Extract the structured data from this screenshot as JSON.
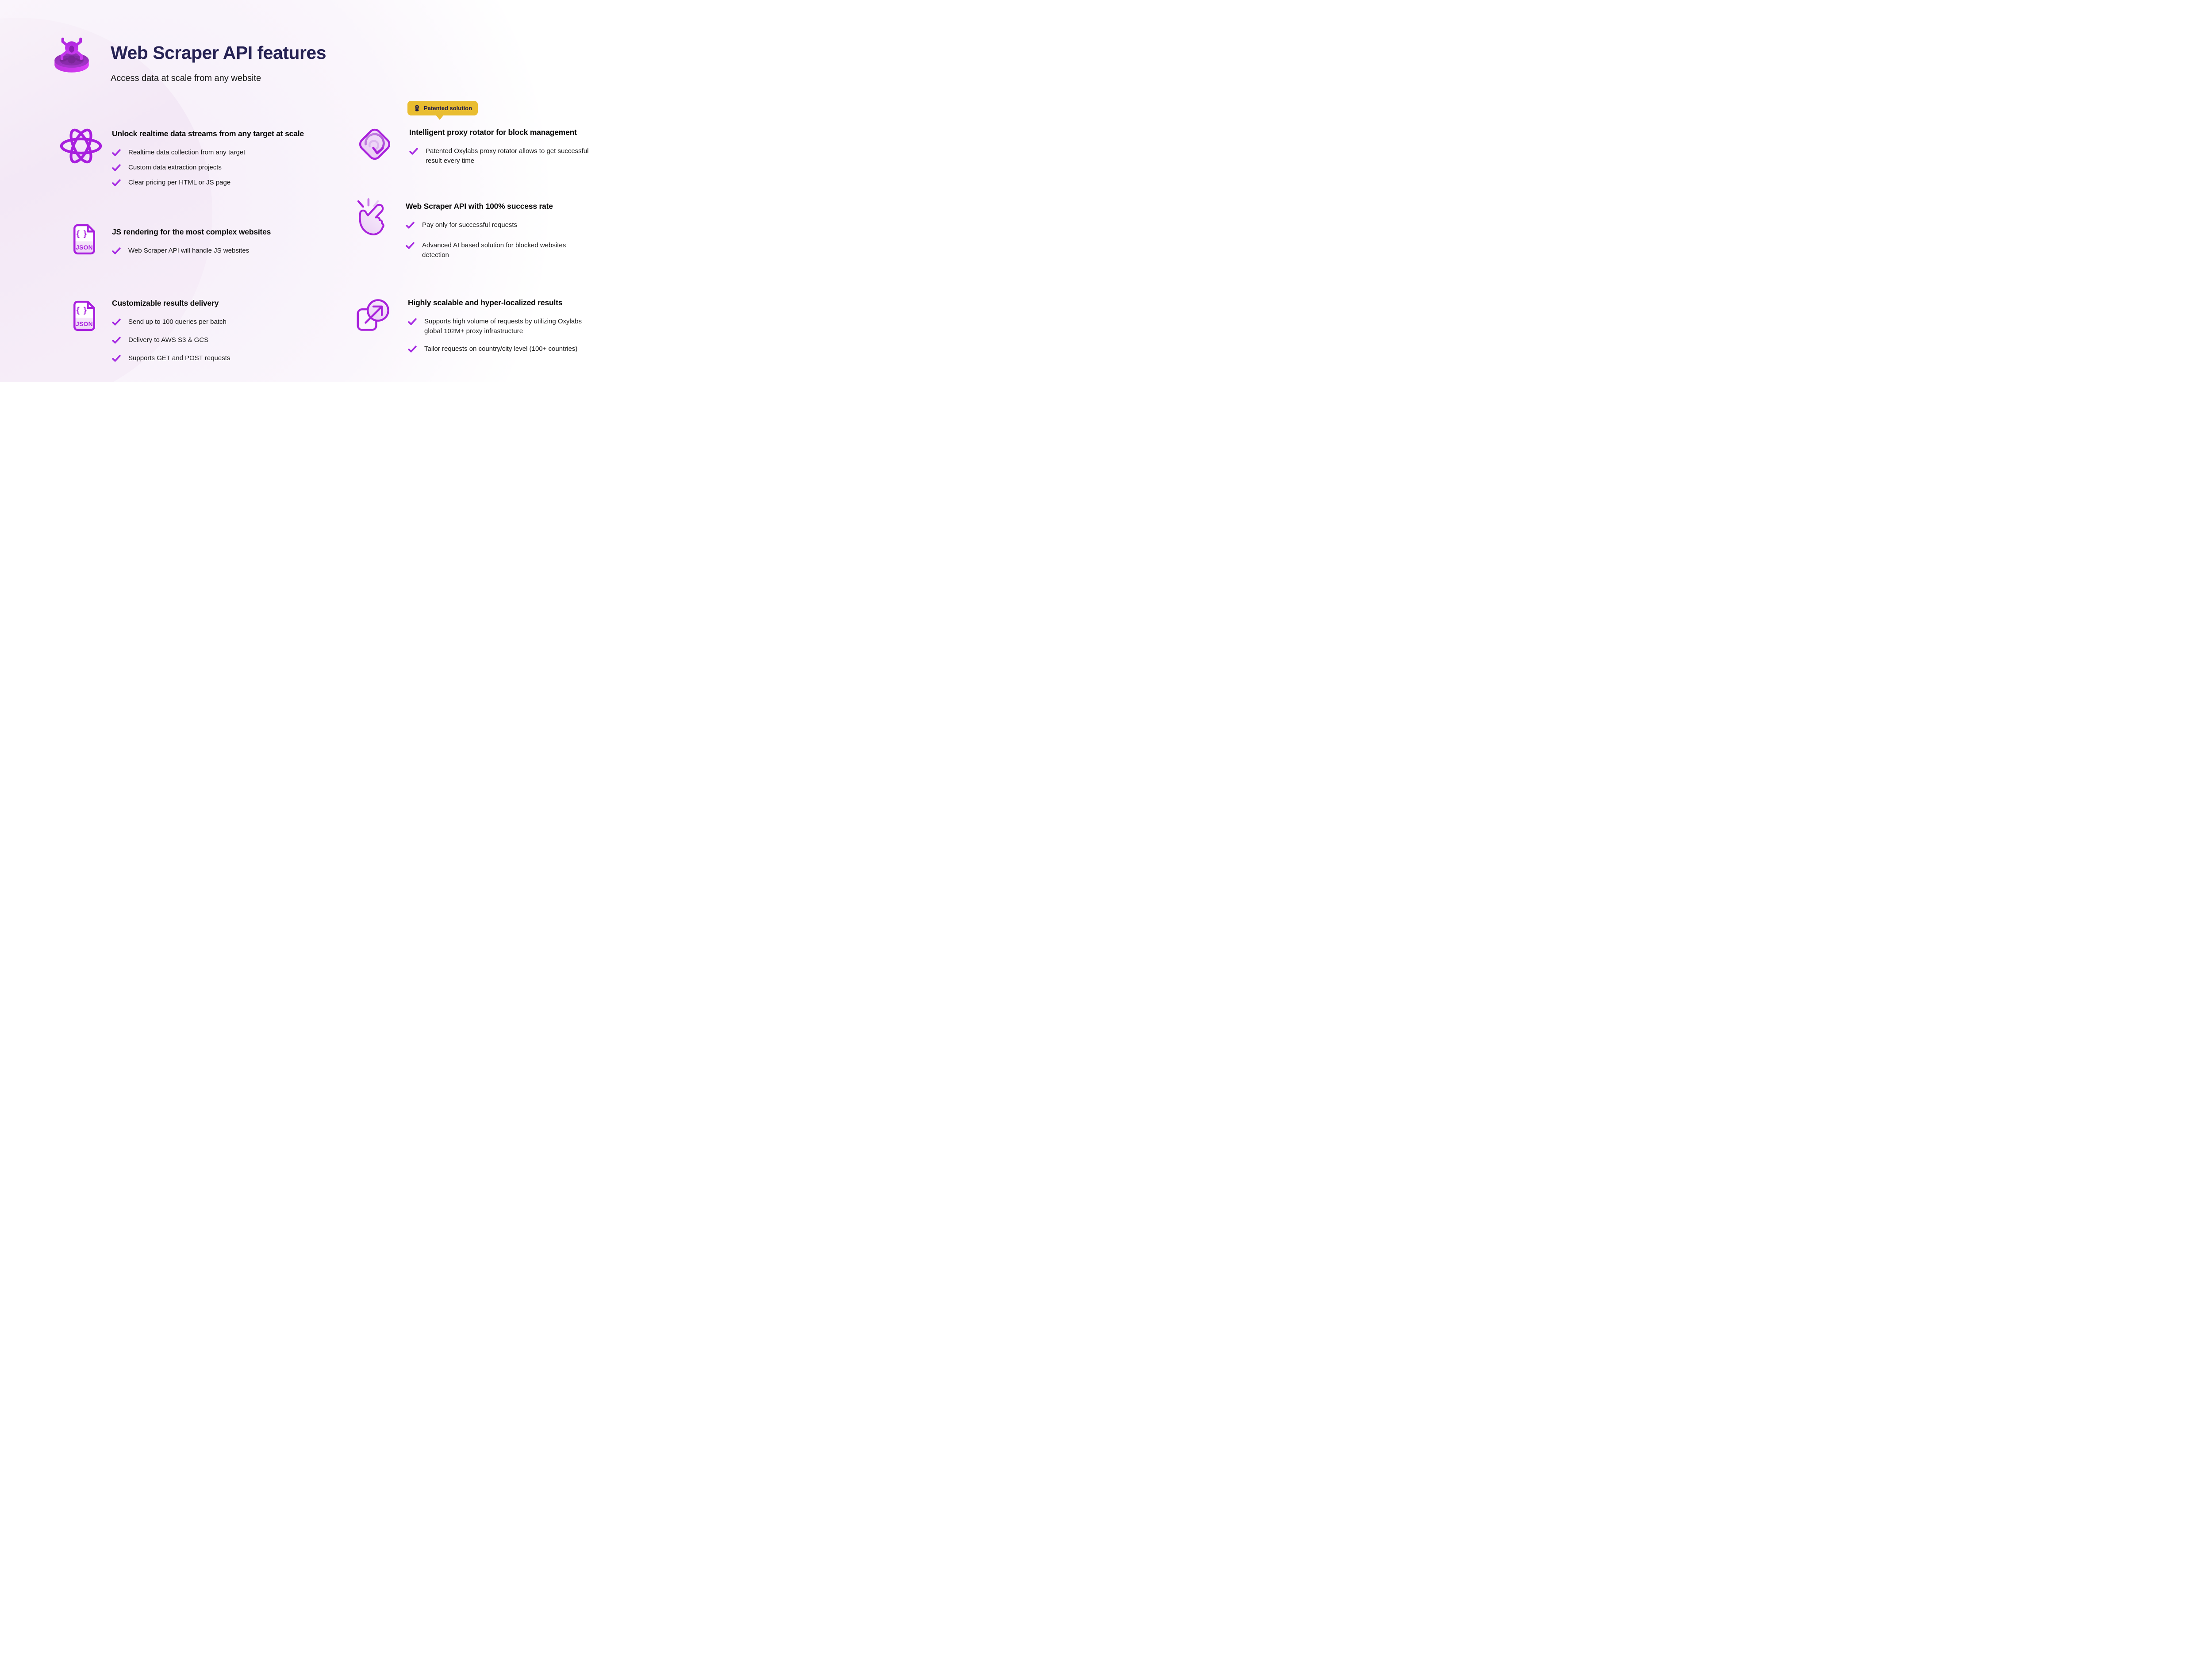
{
  "header": {
    "title": "Web Scraper API features",
    "subtitle": "Access data at scale from any website",
    "logo_icon": "spider-bug-on-disc-icon"
  },
  "badge": {
    "label": "Patented solution",
    "icon": "medal-ribbon-icon",
    "bg_color": "#E9BD31",
    "text_color": "#221C45"
  },
  "colors": {
    "accent_purple": "#A62BE2",
    "icon_stroke_purple": "#A922DC",
    "icon_fill_lavender": "#F3E3F9",
    "title_navy": "#262254",
    "heading_text": "#0A0A0A",
    "body_text": "#191919",
    "badge_yellow": "#E9BD31",
    "background_blob_pink": "#F3E8F6"
  },
  "icons": {
    "json_file": {
      "braces": "{ }",
      "label": "JSON"
    },
    "checkmark": "check-icon"
  },
  "features": [
    {
      "icon": "atom-icon",
      "heading": "Unlock realtime data streams from any target at scale",
      "items": [
        "Realtime data collection from any target",
        "Custom data extraction projects",
        "Clear pricing per HTML or JS page"
      ]
    },
    {
      "icon": "json-file-icon",
      "heading": "JS rendering for the most complex websites",
      "items": [
        "Web Scraper API will handle JS websites"
      ]
    },
    {
      "icon": "json-file-icon",
      "heading": "Customizable results delivery",
      "items": [
        "Send up to 100 queries per batch",
        "Delivery to AWS S3 & GCS",
        "Supports GET and POST requests"
      ]
    },
    {
      "icon": "proxy-rotator-icon",
      "heading": "Intelligent proxy rotator for block management",
      "items": [
        "Patented Oxylabs proxy rotator allows to get successful result every time"
      ]
    },
    {
      "icon": "click-hand-icon",
      "heading": "Web Scraper API with 100% success rate",
      "items": [
        "Pay only for successful requests",
        "Advanced AI based solution for blocked websites detection"
      ]
    },
    {
      "icon": "scale-arrow-icon",
      "heading": "Highly scalable and hyper-localized results",
      "items": [
        "Supports high volume of requests by utilizing Oxylabs global 102M+ proxy infrastructure",
        "Tailor requests on country/city level (100+ countries)"
      ]
    }
  ]
}
